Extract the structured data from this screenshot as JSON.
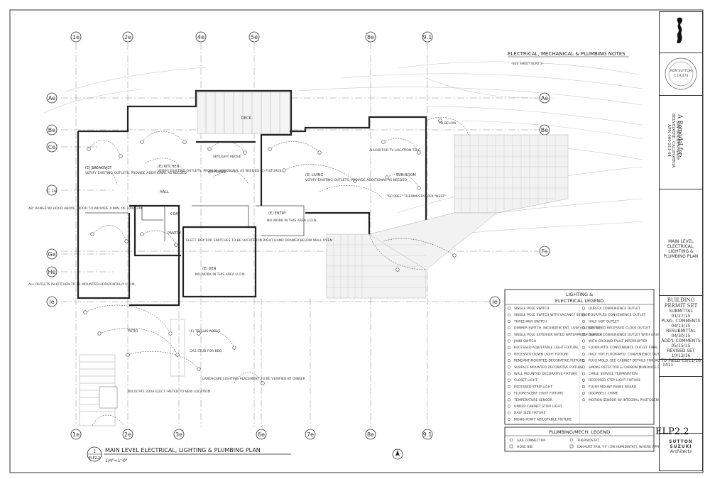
{
  "notes_header": {
    "title": "ELECTRICAL, MECHANICAL & PLUMBING NOTES",
    "subtitle": "-SEE SHEET ELP2.3-"
  },
  "grid": {
    "columns": [
      "1e",
      "2e",
      "4e",
      "5e",
      "8e",
      "9.1"
    ],
    "bottom_columns": [
      "1e",
      "2e",
      "3e",
      "6e",
      "7e",
      "8e",
      "9.1"
    ],
    "rows": [
      "Ae",
      "Be",
      "Ce",
      "C.1e",
      "Fe",
      "Ge",
      "He",
      "Ie"
    ]
  },
  "rooms": {
    "breakfast": "(E) BREAKFAST",
    "breakfast_note": "VERIFY EXISTING OUTLETS, PROVIDE ADDITIONAL AS NEEDED",
    "kitchen": "(E) KITCHEN",
    "kitchen_note": "VERIFY EXISTING OUTLETS, PROVIDE ADDITIONAL AS NEEDED (E) FIXTURES",
    "foyer": "(E) FOYER",
    "deck": "DECK",
    "living": "(E) LIVING",
    "living_note": "VERIFY EXISTING OUTLETS, PROVIDE ADDITIONAL AS NEEDED",
    "sun_room": "SUN ROOM",
    "entry": "(E) ENTRY",
    "entry_note": "NO WORK IN THIS AREA U.O.N.",
    "den": "(E) DEN",
    "den_note": "NO WORK IN THIS AREA U.O.N.",
    "hall": "HALL",
    "pantry": "PANTRY",
    "patio": "PATIO",
    "coat": "COAT"
  },
  "annotations": {
    "allow_tv": "ALLOW FOR TV LOCATION T.B.C.",
    "thermostat": "\"ECOBEE\" THERMOSTAT PER \"NEST\"",
    "to_below": "TO BELOW",
    "kitchen_outlets": "ALL OUTLETS IN KITCHEN TO BE MOUNTED HORIZONTALLY U.O.N.",
    "relocate": "RELOCATE 200A ELECT. METER TO NEW LOCATION",
    "landscape": "LANDSCAPE LIGHTING PLACEMENT TO BE VERIFIED BY OWNER",
    "exhaust_note": "48\" RANGE W/ HOOD ABOVE. HOOD TO PROVIDE A MIN. OF 1000CFM",
    "elect_box": "ELECT. BOX FOR SWITCHES TO BE LOCATED IN RIGHT HAND DRAWER BELOW WALL OVEN",
    "trellis": "(E) TRELLIS ABOVE",
    "gas_stub": "GAS STUB FOR BBQ",
    "skylight": "SKYLIGHT ABOVE"
  },
  "lighting_legend": {
    "title_line1": "LIGHTING &",
    "title_line2": "ELECTRICAL LEGEND",
    "left_items": [
      "SINGLE POLE SWITCH",
      "SINGLE POLE SWITCH WITH VACANCY SENSOR",
      "THREE-WAY SWITCH",
      "DIMMER SWITCH, INCANDESCENT, LOW VOLTAGE INCANDESCENT OR FLOUR, TO SUIT LOAD SERVED",
      "SINGLE POLE EXTERIOR RATED WATERPROOF SWITCH",
      "JAMB SWITCH",
      "RECESSED ADJUSTABLE LIGHT FIXTURE",
      "RECESSED DOWN LIGHT FIXTURE",
      "PENDANT MOUNTED DECORATIVE FIXTURE",
      "SURFACE MOUNTED DECORATIVE FIXTURE",
      "WALL MOUNTED DECORATIVE FIXTURE",
      "CLOSET LIGHT",
      "RECESSED STRIP LIGHT",
      "FLUORESCENT LIGHT FIXTURE",
      "TEMPERATURE SENSOR",
      "UNDER CABINET STRIP LIGHT",
      "HALF SIZE FIXTURE",
      "MONO-POINT ADJUSTABLE FIXTURE"
    ],
    "right_items": [
      "DUPLEX CONVENIENCE OUTLET",
      "FOUR-PLEX CONVENIENCE OUTLET",
      "HALF HOT OUTLET",
      "SWITCHED RECESSED CLOCK OUTLET",
      "DUPLEX CONVENIENCE OUTLET WITH GROUND FAULT INTERRUPTER",
      "WITH GROUND FAULT INTERRUPTER",
      "FLOOR-MTD. CONVENIENCE OUTLET FINAL LOCATION TO BE VERIFIED WITH OWNER",
      "HALF HOT FLOOR-MTD. CONVENIENCE OUTLET WITH LOCATION TO BE VERIFIED WITH OWNER",
      "PLUG MOLD, SEE CABINET DETAILS FOR MOUNTING INFORMATION",
      "SMOKE DETECTOR & CARBON MONOXIDE DETECTOR",
      "CABLE SERVICE TERMINATION",
      "RECESSED STEP LIGHT FIXTURE",
      "FLUSH MOUNT PANEL BOARD",
      "DOORBELL CHIME",
      "MOTION SENSOR W/ INTEGRAL PHOTOSENSOR"
    ]
  },
  "plumbing_legend": {
    "title": "PLUMBING/MECH. LEGEND",
    "items": [
      "GAS CONNECTOR",
      "THERMOSTAT",
      "HOSE BIB",
      "EXHAUST FAN, \"H\" (ON HUMIDISTAT), WHERE APPLICABLE"
    ]
  },
  "drawing_title": {
    "number": "1",
    "sheet_ref": "ELP2.2",
    "title": "MAIN LEVEL ELECTRICAL, LIGHTING & PLUMBING PLAN",
    "scale": "1/4\"=1'-0\""
  },
  "title_block": {
    "project_prefix": "A Remodel for:",
    "address_line1": "324 GOLDEN GATE",
    "address_line2": "BELVEDERE, CALIFORNIA",
    "apn": "APN 060-211-04",
    "sheet_title": "MAIN LEVEL ELECTRICAL, LIGHTING & PLUMBING PLAN",
    "set_name": "BUILDING PERMIT SET",
    "submittal": "SUBMITTAL 01/27/15",
    "revisions": [
      "PLNG. COMMENTS 04/13/15",
      "RESUBMITTAL 04/30/15",
      "ADD'L COMMENTS 05/15/15",
      "REVISED SET 10/13/16",
      "TO FIELD 03/11/16"
    ],
    "job_number": "1411",
    "sheet_number": "ELP2.2",
    "firm_name": "SUTTON SUZUKI",
    "firm_type": "Architects",
    "stamp_name": "RON SUTTON",
    "stamp_number": "C 19,474"
  }
}
